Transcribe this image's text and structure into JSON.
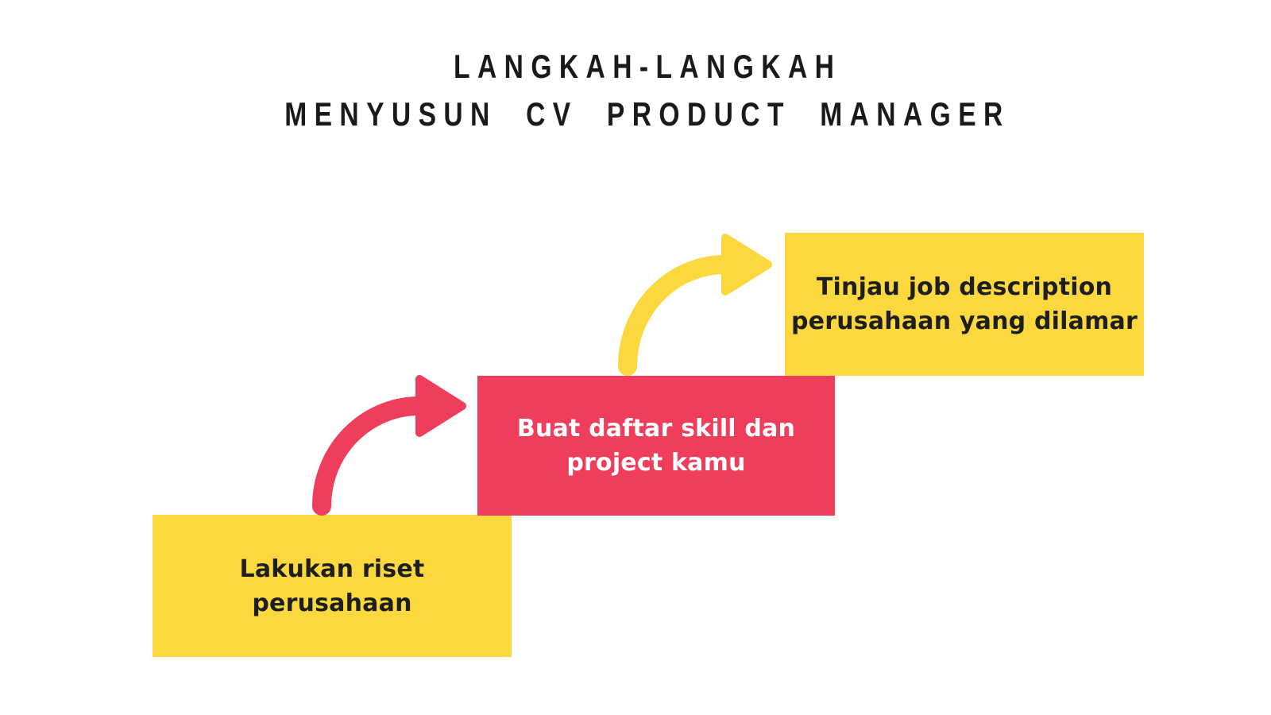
{
  "page": {
    "background": "#FFFFFF"
  },
  "title": {
    "line1": "LANGKAH-LANGKAH",
    "line2": "MENYUSUN CV PRODUCT MANAGER",
    "color": "#1A1A1A"
  },
  "steps": [
    {
      "order": 1,
      "lines": [
        "Lakukan riset",
        "perusahaan"
      ],
      "bg": "#FBD93E",
      "fg": "#1E1E1E"
    },
    {
      "order": 2,
      "lines": [
        "Buat daftar skill dan",
        "project kamu"
      ],
      "bg": "#EF3E5C",
      "fg": "#FFFFFF"
    },
    {
      "order": 3,
      "lines": [
        "Tinjau job description",
        "perusahaan yang dilamar"
      ],
      "bg": "#FBD93E",
      "fg": "#1E1E1E"
    }
  ],
  "arrows": [
    {
      "from": "step-1",
      "to": "step-2",
      "color": "#EF3E5C"
    },
    {
      "from": "step-2",
      "to": "step-3",
      "color": "#FBD93E"
    }
  ]
}
